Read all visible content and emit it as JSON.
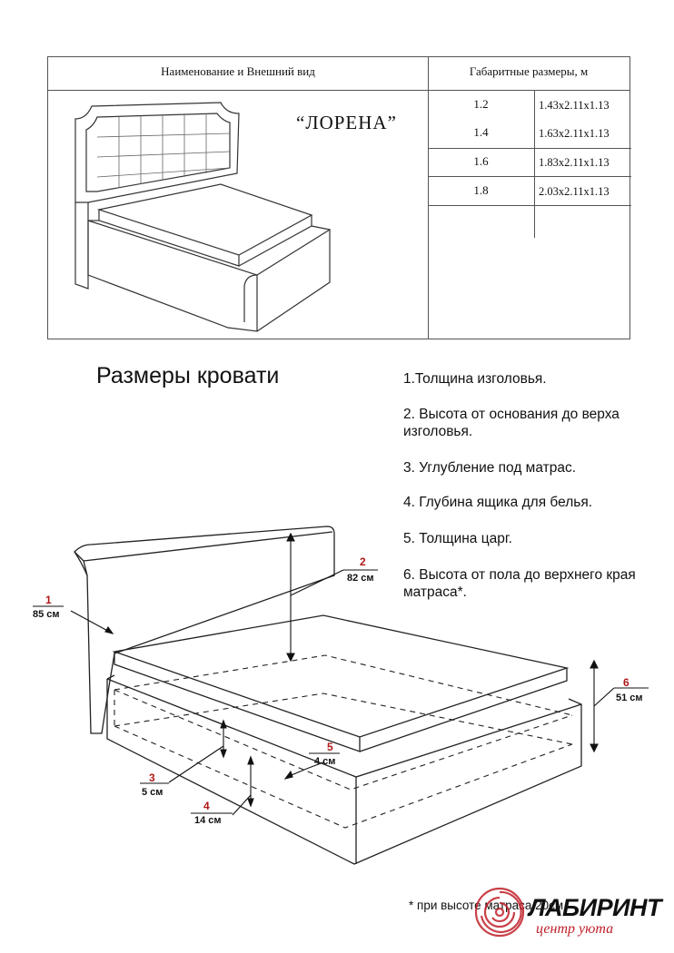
{
  "spec_table": {
    "header_left": "Наименование и Внешний вид",
    "header_right": "Габаритные размеры, м",
    "model_name": "“ЛОРЕНА”",
    "rows": [
      {
        "width": "1.2",
        "dims": "1.43x2.11x1.13"
      },
      {
        "width": "1.4",
        "dims": "1.63x2.11x1.13"
      },
      {
        "width": "1.6",
        "dims": "1.83x2.11x1.13"
      },
      {
        "width": "1.8",
        "dims": "2.03x2.11x1.13"
      }
    ]
  },
  "section_title": "Размеры кровати",
  "notes": [
    "1.Толщина изголовья.",
    "2. Высота от основания до верха изголовья.",
    "3. Углубление под матрас.",
    "4. Глубина ящика для белья.",
    "5. Толщина царг.",
    "6. Высота от пола до верхнего края матраса*."
  ],
  "callouts": [
    {
      "number": "1",
      "value": "85 см"
    },
    {
      "number": "2",
      "value": "82 см"
    },
    {
      "number": "3",
      "value": "5 см"
    },
    {
      "number": "4",
      "value": "14 см"
    },
    {
      "number": "5",
      "value": "4 см"
    },
    {
      "number": "6",
      "value": "51 см"
    }
  ],
  "footnote": "* при высоте матраса 20см",
  "brand": {
    "name": "ЛАБИРИНТ",
    "tagline": "центр уюта",
    "accent_color": "#c0202a"
  }
}
